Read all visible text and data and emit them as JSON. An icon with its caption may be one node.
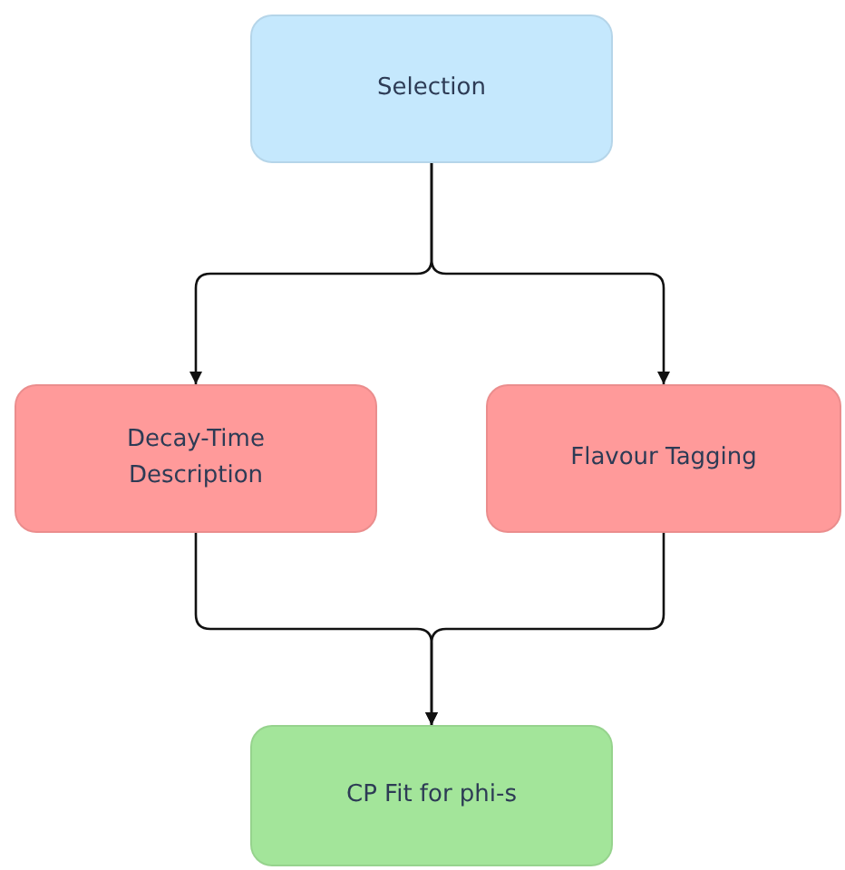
{
  "diagram": {
    "nodes": [
      {
        "text": [
          "Selection"
        ]
      },
      {
        "text": [
          "Decay-Time Description"
        ]
      },
      {
        "text": [
          "Flavour Tagging"
        ]
      },
      {
        "text": [
          "CP Fit for phi-s"
        ]
      }
    ],
    "edges": [
      {
        "from": 0,
        "to": 1,
        "arrow": "to"
      },
      {
        "from": 0,
        "to": 2,
        "arrow": "to"
      },
      {
        "from": 1,
        "to": 3,
        "arrow": "to"
      },
      {
        "from": 2,
        "to": 3,
        "arrow": "to"
      }
    ]
  }
}
